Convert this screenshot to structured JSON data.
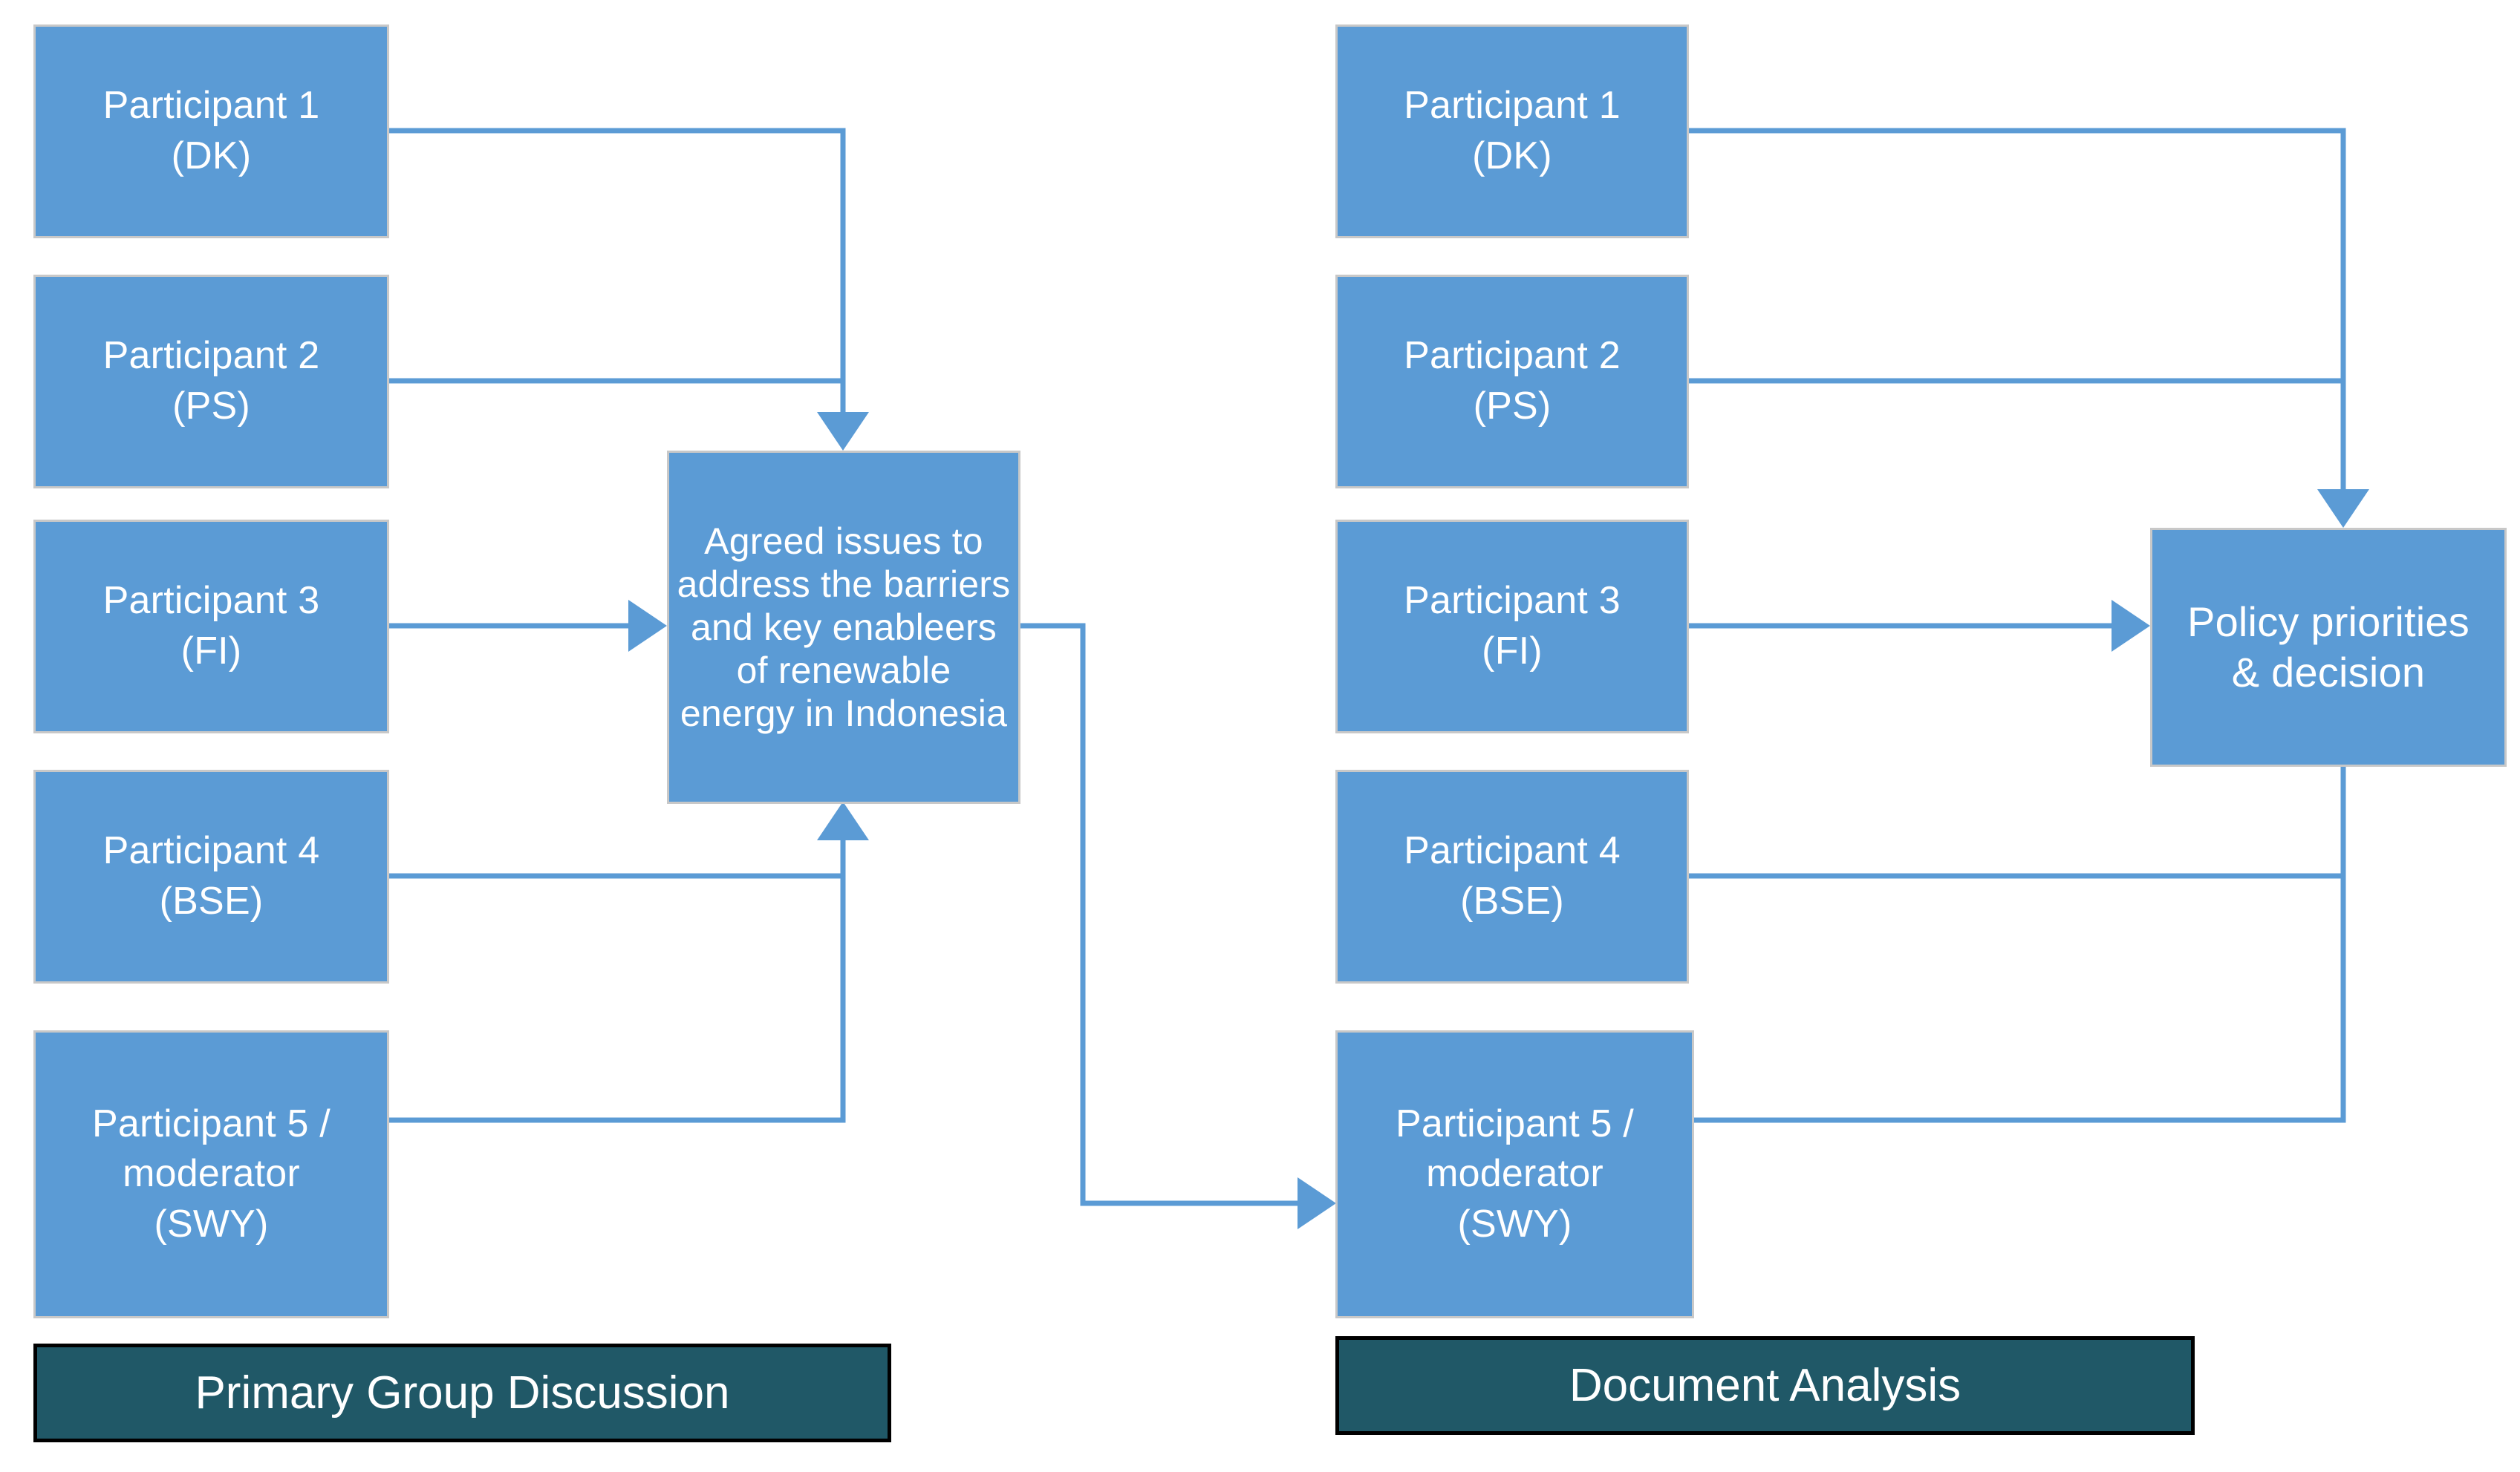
{
  "diagram": {
    "title_left": "Primary Group Discussion",
    "title_right": "Document Analysis",
    "colors": {
      "node_fill": "#5B9BD5",
      "node_border": "#C8C8C8",
      "node_text": "#FFFFFF",
      "connector": "#5B9BD5",
      "banner_fill": "#205867",
      "banner_border": "#000000",
      "background": "#FFFFFF"
    }
  },
  "left_panel": {
    "banner_label": "Primary Group Discussion",
    "participants": [
      {
        "id": "p1",
        "label": "Participant 1\n(DK)"
      },
      {
        "id": "p2",
        "label": "Participant 2\n(PS)"
      },
      {
        "id": "p3",
        "label": "Participant 3\n(FI)"
      },
      {
        "id": "p4",
        "label": "Participant 4\n(BSE)"
      },
      {
        "id": "p5",
        "label": "Participant 5 /\nmoderator\n(SWY)"
      }
    ],
    "hub": {
      "id": "agreed-issues",
      "label": "Agreed issues to address the barriers and key enableers of renewable energy in Indonesia"
    }
  },
  "right_panel": {
    "banner_label": "Document Analysis",
    "participants": [
      {
        "id": "rp1",
        "label": "Participant 1\n(DK)"
      },
      {
        "id": "rp2",
        "label": "Participant 2\n(PS)"
      },
      {
        "id": "rp3",
        "label": "Participant 3\n(FI)"
      },
      {
        "id": "rp4",
        "label": "Participant 4\n(BSE)"
      },
      {
        "id": "rp5",
        "label": "Participant 5 /\nmoderator\n(SWY)"
      }
    ],
    "decision": {
      "id": "policy-priorities",
      "label": "Policy priorities\n& decision"
    }
  },
  "flow": {
    "edges": [
      {
        "from": "p1",
        "to": "agreed-issues",
        "arrow": "down"
      },
      {
        "from": "p2",
        "to": "agreed-issues",
        "arrow": "down"
      },
      {
        "from": "p3",
        "to": "agreed-issues",
        "arrow": "right"
      },
      {
        "from": "p4",
        "to": "agreed-issues",
        "arrow": "up"
      },
      {
        "from": "p5",
        "to": "agreed-issues",
        "arrow": "up"
      },
      {
        "from": "agreed-issues",
        "to": "rp5",
        "arrow": "right"
      },
      {
        "from": "rp1",
        "to": "policy-priorities",
        "arrow": "down"
      },
      {
        "from": "rp2",
        "to": "policy-priorities",
        "arrow": "down"
      },
      {
        "from": "rp3",
        "to": "policy-priorities",
        "arrow": "right"
      },
      {
        "from": "rp4",
        "to": "policy-priorities",
        "arrow": "up"
      },
      {
        "from": "rp5",
        "to": "policy-priorities",
        "arrow": "up"
      }
    ]
  }
}
